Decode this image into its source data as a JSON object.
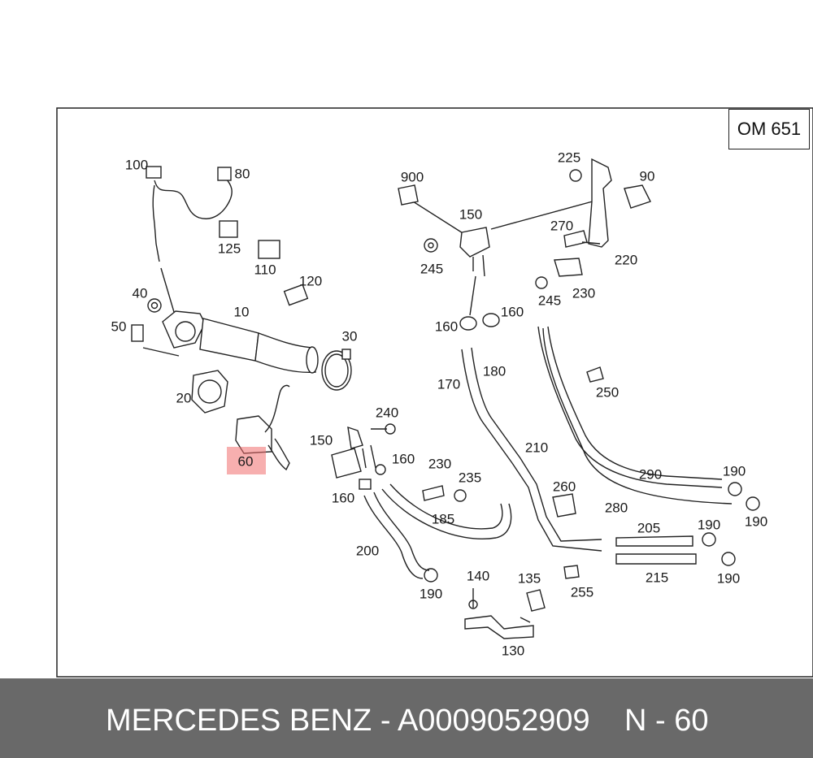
{
  "diagram": {
    "engine_code": "OM 651",
    "highlighted_part": "60",
    "part_labels": {
      "p100": "100",
      "p80": "80",
      "p125": "125",
      "p110": "110",
      "p120": "120",
      "p40": "40",
      "p50": "50",
      "p10": "10",
      "p20": "20",
      "p30": "30",
      "p60": "60",
      "p900": "900",
      "p150a": "150",
      "p245a": "245",
      "p160a": "160",
      "p160b": "160",
      "p225": "225",
      "p90": "90",
      "p270": "270",
      "p220": "220",
      "p245b": "245",
      "p230a": "230",
      "p170": "170",
      "p180": "180",
      "p250": "250",
      "p210": "210",
      "p290": "290",
      "p190a": "190",
      "p190b": "190",
      "p280": "280",
      "p240": "240",
      "p150b": "150",
      "p160c": "160",
      "p160d": "160",
      "p230b": "230",
      "p235": "235",
      "p185": "185",
      "p260": "260",
      "p200": "200",
      "p190c": "190",
      "p205": "205",
      "p190d": "190",
      "p190e": "190",
      "p215": "215",
      "p140": "140",
      "p135": "135",
      "p255": "255",
      "p130": "130"
    }
  },
  "footer": {
    "brand_and_number": "MERCEDES BENZ - A0009052909",
    "position_ref": "N - 60"
  },
  "colors": {
    "highlight": "#f06e6e",
    "footer_bg": "#696969",
    "line": "#222222"
  }
}
